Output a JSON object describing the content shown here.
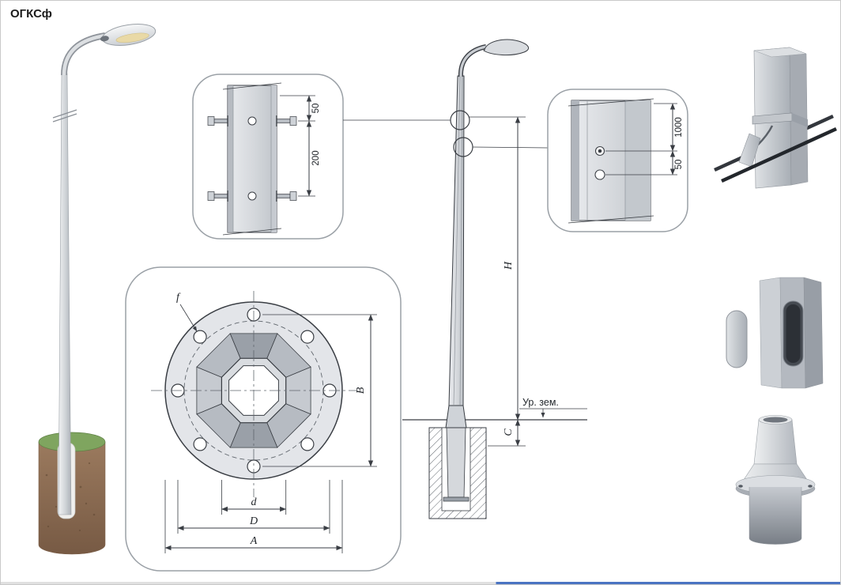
{
  "title": "ОГКСф",
  "colors": {
    "line": "#3a3e44",
    "metal": "#cfd3d7",
    "grass": "#7fa55f",
    "soil": "#8a6a50",
    "accent_blue": "#4a73c2"
  },
  "callout_top_detail": {
    "dim_offset": "50",
    "dim_spacing": "200"
  },
  "callout_arm_detail": {
    "dim_length": "1000",
    "dim_offset": "50"
  },
  "flange_plan": {
    "hole_label": "f",
    "dim_height": "B",
    "dim_inner": "d",
    "dim_bolt_circle": "D",
    "dim_outer": "A"
  },
  "elevation": {
    "dim_height": "H",
    "dim_embed": "C",
    "ground_label": "Ур. зем."
  }
}
